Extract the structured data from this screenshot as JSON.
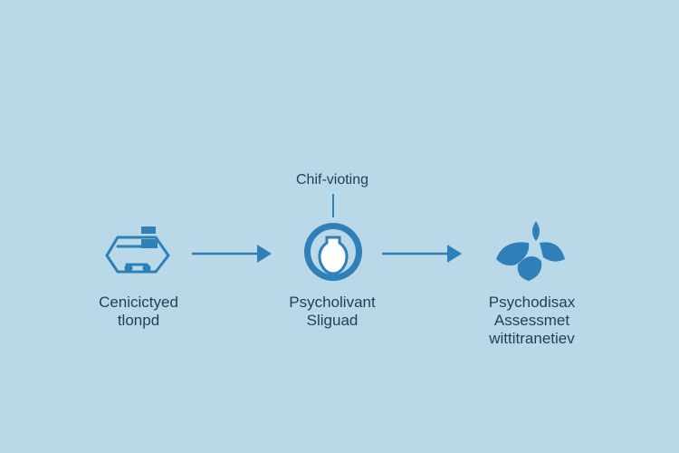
{
  "diagram": {
    "top_label": "Chif-vioting",
    "steps": [
      {
        "lines": [
          "Cenicictyed",
          "tlonpd"
        ],
        "icon": "vehicle-icon"
      },
      {
        "lines": [
          "Psycholivant",
          "Sliguad"
        ],
        "icon": "keyhole-icon"
      },
      {
        "lines": [
          "Psychodisax",
          "Assessmet",
          "wittitranetiev"
        ],
        "icon": "person-figure-icon"
      }
    ]
  },
  "colors": {
    "background": "#b9d8e8",
    "accent": "#2f7fb8",
    "text": "#1f3f5c"
  }
}
